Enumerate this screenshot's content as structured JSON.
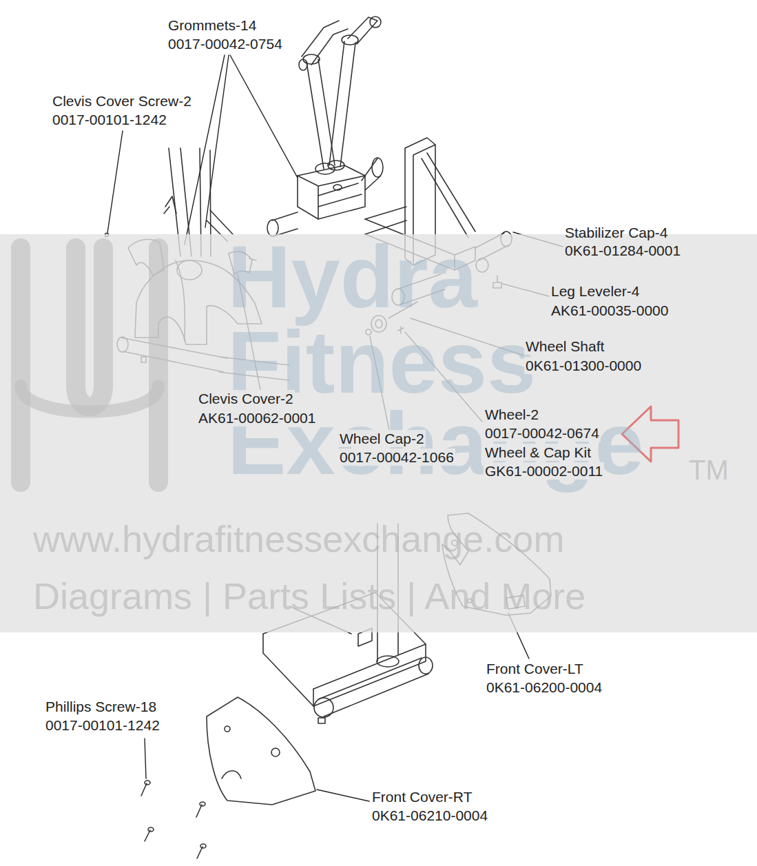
{
  "diagram": {
    "labels": [
      "Grommets-14",
      "0017-00042-0754",
      "Clevis Cover Screw-2",
      "0017-00101-1242",
      "Stabilizer Cap-4",
      "0K61-01284-0001",
      "Leg Leveler-4",
      "AK61-00035-0000",
      "Wheel Shaft",
      "0K61-01300-0000",
      "Clevis Cover-2",
      "AK61-00062-0001",
      "Wheel-2",
      "0017-00042-0674",
      "Wheel & Cap Kit",
      "GK61-00002-0011",
      "Wheel Cap-2",
      "0017-00042-1066",
      "Front Cover-LT",
      "0K61-06200-0004",
      "Phillips Screw-18",
      "0017-00101-1242",
      "Front Cover-RT",
      "0K61-06210-0004",
      "Hydra",
      "Fitness",
      "Exchange",
      "TM",
      "www.hydrafitnessexchange.com",
      "Diagrams | Parts Lists | And More"
    ]
  }
}
